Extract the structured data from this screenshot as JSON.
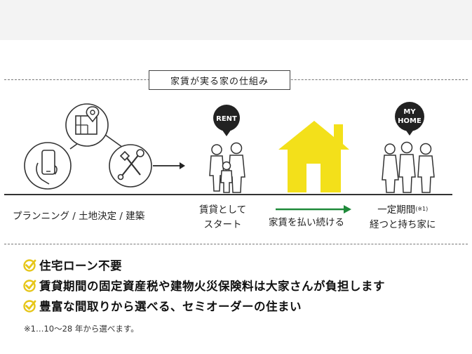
{
  "title": "家賃が実る家の仕組み",
  "badges": {
    "rent": "RENT",
    "my_home_line1": "MY",
    "my_home_line2": "HOME"
  },
  "labels": {
    "planning": "プランニング / 土地決定 / 建築",
    "rental_start_line1": "賃貸として",
    "rental_start_line2": "スタート",
    "keep_paying": "家賃を払い続ける",
    "period_line1": "一定期間",
    "period_note": "(※1)",
    "period_line2": "経つと持ち家に"
  },
  "bullets": [
    "住宅ローン不要",
    "賃貸期間の固定資産税や建物火災保険料は大家さんが負担します",
    "豊富な間取りから選べる、セミオーダーの住まい"
  ],
  "footnote": "※1…10〜28 年から選べます。",
  "colors": {
    "accent_yellow": "#f3e01a",
    "arrow_green": "#1f8a3a",
    "check_yellow": "#e6c619",
    "dark": "#222222"
  },
  "icons": [
    "map-pin-icon",
    "smartphone-icon",
    "hammer-wrench-icon",
    "house-icon",
    "family-icon"
  ]
}
